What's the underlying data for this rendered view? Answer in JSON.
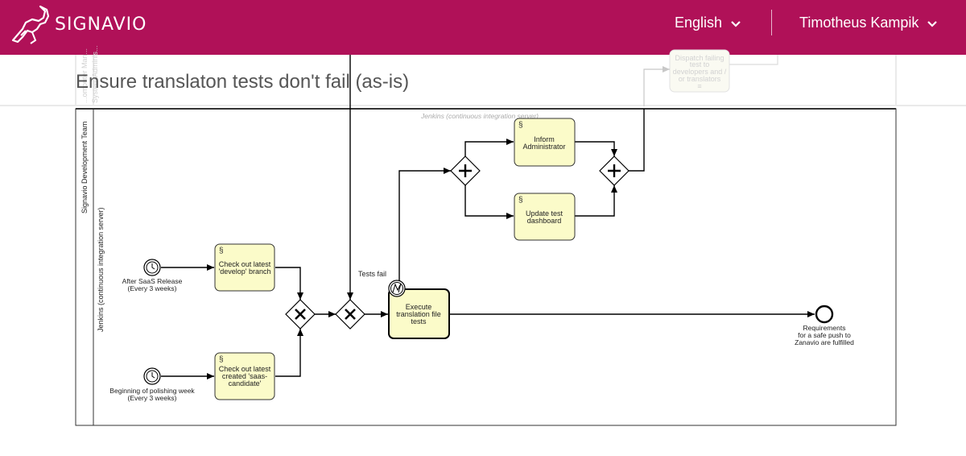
{
  "header": {
    "brand": "SIGNAVIO",
    "language": "English",
    "user": "Timotheus Kampik",
    "bg_color": "#b01158"
  },
  "page": {
    "title": "Ensure translaton tests don't fail (as-is)"
  },
  "diagram": {
    "pool_label": "Signavio Development Team",
    "lane_label": "Jenkins (continuous integration server)",
    "lane_header_label": "Jenkins (continuous integration server)",
    "faded_lane_label": "System Adminis...",
    "faded_lane_label2": "...omputer Man...",
    "faded_task": [
      "Dispatch failing",
      "test to",
      "developers and /",
      "or translators"
    ],
    "tasks": {
      "checkout_develop": [
        "Check out latest",
        "'develop' branch"
      ],
      "checkout_saas": [
        "Check out latest",
        "created 'saas-",
        "candidate'"
      ],
      "execute": [
        "Execute",
        "translation file",
        "tests"
      ],
      "inform": [
        "Inform",
        "Administrator"
      ],
      "update": [
        "Update test",
        "dashboard"
      ]
    },
    "start_events": {
      "saas": [
        "After SaaS Release",
        "(Every 3 weeks)"
      ],
      "polish": [
        "Beginning of polishing week",
        "(Every 3 weeks)"
      ]
    },
    "end_event": [
      "Requirements",
      "for a safe push to",
      "Zanavio are fulfilled"
    ],
    "flow_label": "Tests fail",
    "task_fill": "#fbfbc9"
  }
}
